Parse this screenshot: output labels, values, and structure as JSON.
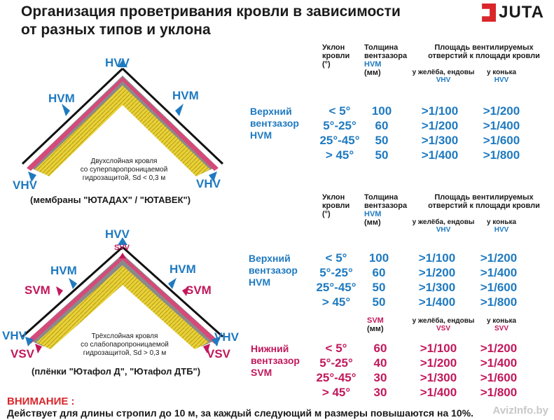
{
  "title": {
    "line1": "Организация проветривания кровли в зависимости",
    "line2": "от разных типов и уклона"
  },
  "logo": {
    "text": "JUTA"
  },
  "headers": {
    "slope": [
      "Уклон",
      "кровли",
      "(°)"
    ],
    "gap": [
      "Толщина",
      "вентзазора"
    ],
    "gap_hvm": "HVM",
    "gap_svm": "SVM",
    "unit": "(мм)",
    "area": [
      "Площадь вентилируемых",
      "отверстий к площади кровли"
    ],
    "eaves": "у желёба, ендовы",
    "ridge": "у конька",
    "vhv": "VHV",
    "hvv": "HVV",
    "vsv": "VSV",
    "svv": "SVV"
  },
  "upper_label": [
    "Верхний",
    "вентзазор",
    "HVM"
  ],
  "lower_label": [
    "Нижний",
    "вентзазор",
    "SVM"
  ],
  "table1": {
    "slopes": [
      "< 5°",
      "5°-25°",
      "25°-45°",
      "> 45°"
    ],
    "gap": [
      "100",
      "60",
      "50",
      "50"
    ],
    "eaves": [
      ">1/100",
      ">1/200",
      ">1/300",
      ">1/400"
    ],
    "ridge": [
      ">1/200",
      ">1/400",
      ">1/600",
      ">1/800"
    ]
  },
  "table2": {
    "slopes": [
      "< 5°",
      "5°-25°",
      "25°-45°",
      "> 45°"
    ],
    "gap": [
      "100",
      "60",
      "50",
      "50"
    ],
    "eaves": [
      ">1/100",
      ">1/200",
      ">1/300",
      ">1/400"
    ],
    "ridge": [
      ">1/200",
      ">1/400",
      ">1/600",
      ">1/800"
    ]
  },
  "table3": {
    "slopes": [
      "< 5°",
      "5°-25°",
      "25°-45°",
      "> 45°"
    ],
    "gap": [
      "60",
      "40",
      "30",
      "30"
    ],
    "eaves": [
      ">1/100",
      ">1/200",
      ">1/300",
      ">1/400"
    ],
    "ridge": [
      ">1/200",
      ">1/400",
      ">1/600",
      ">1/800"
    ]
  },
  "diagram1": {
    "hvv": "HVV",
    "hvm": "HVM",
    "vhv": "VHV",
    "caption": [
      "Двухслойная кровля",
      "со суперпаропроницаемой",
      "гидрозащитой, Sd < 0,3 м"
    ],
    "membranes": "(мембраны \"ЮТАДАХ\" / \"ЮТАВЕК\")"
  },
  "diagram2": {
    "hvv": "HVV",
    "svv": "SVV",
    "hvm": "HVM",
    "svm": "SVM",
    "vhv": "VHV",
    "vsv": "VSV",
    "caption": [
      "Трёхслойная кровля",
      "со слабопаропроницаемой",
      "гидрозащитой, Sd > 0,3 м"
    ],
    "membranes": "(плёнки \"Ютафол Д\", \"Ютафол ДТБ\")"
  },
  "warning": "ВНИМАНИЕ :",
  "note": "Действует для длины стропил до 10 м, за каждый следующий м размеры повышаются на 10%.",
  "watermark": "AvizInfo.by",
  "colors": {
    "blue": "#1f7ac0",
    "magenta": "#c2185b",
    "red": "#d9262b",
    "insulation": "#e8d23a",
    "membrane": "#d64a7a"
  }
}
